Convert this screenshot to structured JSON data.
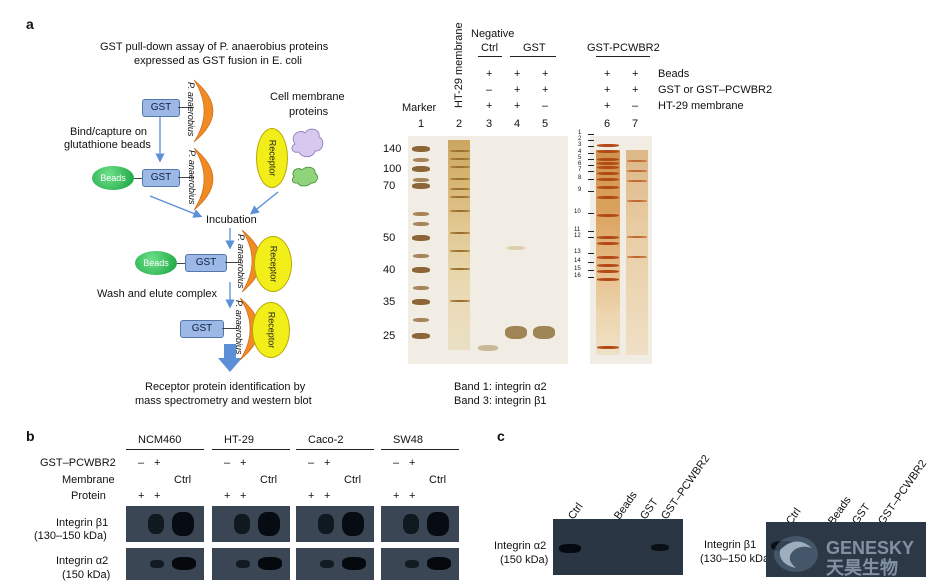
{
  "panel_a": {
    "label": "a",
    "title_line1": "GST pull-down assay of P. anaerobius proteins",
    "title_line2": "expressed as GST fusion in E. coli",
    "cell_membrane": "Cell membrane proteins",
    "bind_capture": "Bind/capture on glutathione beads",
    "incubation": "Incubation",
    "wash_elute": "Wash and elute complex",
    "result_line1": "Receptor protein identification by",
    "result_line2": "mass spectrometry and western blot",
    "gst": "GST",
    "beads": "Beads",
    "receptor": "Receptor",
    "p_anaerobius": "P. anaerobius",
    "gel": {
      "lane_header_ht29": "HT-29 membrane",
      "negative": "Negative",
      "ctrl": "Ctrl",
      "gst": "GST",
      "gst_pcwbr2": "GST-PCWBR2",
      "marker": "Marker",
      "lane_numbers": [
        "1",
        "2",
        "3",
        "4",
        "5",
        "6",
        "7"
      ],
      "row_labels": [
        "Beads",
        "GST or GST–PCWBR2",
        "HT-29 membrane"
      ],
      "signs": [
        [
          "+",
          "+",
          "+",
          "+",
          "+"
        ],
        [
          "–",
          "+",
          "+",
          "+",
          "+"
        ],
        [
          "+",
          "+",
          "–",
          "+",
          "–"
        ]
      ],
      "marker_kda": [
        "140",
        "100",
        "70",
        "50",
        "40",
        "35",
        "25"
      ],
      "band_numbers": [
        "1",
        "2",
        "3",
        "4",
        "5",
        "6",
        "7",
        "8",
        "9",
        "10",
        "11",
        "12",
        "13",
        "14",
        "15",
        "16"
      ],
      "band_note_1": "Band 1: integrin α2",
      "band_note_2": "Band 3: integrin β1"
    }
  },
  "panel_b": {
    "label": "b",
    "cell_lines": [
      "NCM460",
      "HT-29",
      "Caco-2",
      "SW48"
    ],
    "row_gst": "GST–PCWBR2",
    "row_membrane": "Membrane",
    "row_protein": "Protein",
    "gst_signs": [
      "–",
      "+"
    ],
    "membrane_ctrl": "Ctrl",
    "protein_signs": [
      "+",
      "+"
    ],
    "integrin_b1": "Integrin β1",
    "integrin_b1_kda": "(130–150 kDa)",
    "integrin_a2": "Integrin α2",
    "integrin_a2_kda": "(150 kDa)"
  },
  "panel_c": {
    "label": "c",
    "lanes": [
      "Ctrl",
      "Beads",
      "GST",
      "GST–PCWBR2"
    ],
    "integrin_a2": "Integrin α2",
    "integrin_a2_kda": "(150 kDa)",
    "integrin_b1": "Integrin β1",
    "integrin_b1_kda": "(130–150 kDa)"
  },
  "watermark": "GENESKY 天昊生物",
  "colors": {
    "gst_box": "#9bb8e6",
    "bead": "#14a03c",
    "receptor": "#f2ee1a",
    "crescent": "#f08a24",
    "arrow": "#5b8fd6"
  }
}
